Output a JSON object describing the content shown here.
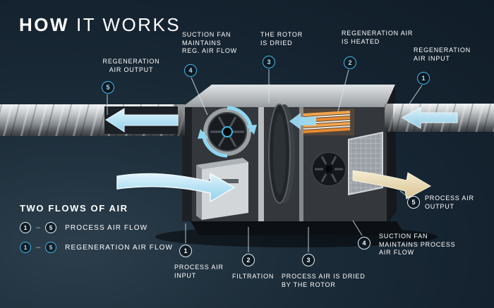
{
  "title": {
    "part1": "HOW",
    "part2": "IT WORKS"
  },
  "legend": {
    "heading": "TWO FLOWS OF AIR",
    "separator": "–",
    "rows": [
      {
        "from": "1",
        "to": "5",
        "label": "PROCESS AIR FLOW",
        "marker_style": "white"
      },
      {
        "from": "1",
        "to": "5",
        "label": "REGENERATION AIR FLOW",
        "marker_style": "cyan"
      }
    ]
  },
  "callouts": {
    "regeneration": [
      {
        "num": "5",
        "lines": [
          "REGENERATION",
          "AIR OUTPUT"
        ]
      },
      {
        "num": "4",
        "lines": [
          "SUCTION FAN",
          "MAINTAINS",
          "REG. AIR FLOW"
        ]
      },
      {
        "num": "3",
        "lines": [
          "THE ROTOR",
          "IS DRIED"
        ]
      },
      {
        "num": "2",
        "lines": [
          "REGENERATION AIR",
          "IS HEATED"
        ]
      },
      {
        "num": "1",
        "lines": [
          "REGENERATION",
          "AIR INPUT"
        ]
      }
    ],
    "process": [
      {
        "num": "1",
        "lines": [
          "PROCESS AIR",
          "INPUT"
        ]
      },
      {
        "num": "2",
        "lines": [
          "FILTRATION"
        ]
      },
      {
        "num": "3",
        "lines": [
          "PROCESS AIR IS DRIED",
          "BY THE ROTOR"
        ]
      },
      {
        "num": "4",
        "lines": [
          "SUCTION FAN",
          "MAINTAINS PROCESS",
          "AIR FLOW"
        ]
      },
      {
        "num": "5",
        "lines": [
          "PROCESS AIR",
          "OUTPUT"
        ]
      }
    ]
  },
  "colors": {
    "accent_cyan": "#41b9e6",
    "flow_blue": "#a9def4",
    "heater_orange": "#f0903a",
    "dry_air_cream": "#e7d9ae",
    "background": "#152330"
  }
}
